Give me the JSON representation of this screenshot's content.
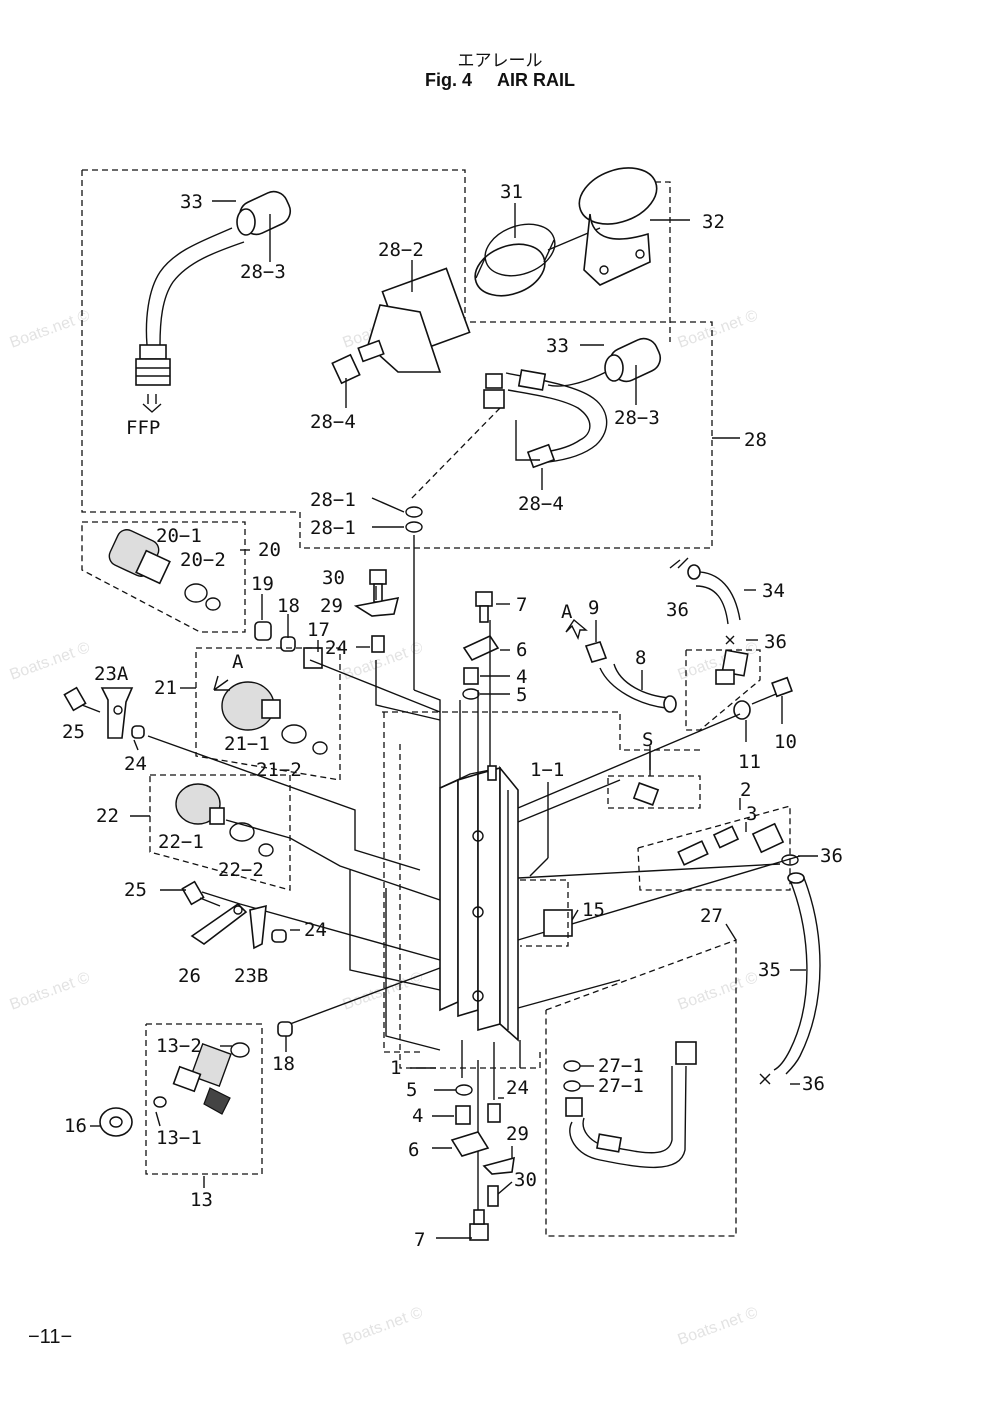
{
  "header": {
    "title_jp": "エアレール",
    "fig_no": "Fig. 4",
    "title_en": "AIR RAIL"
  },
  "page_number": "−11−",
  "watermark": "Boats.net ©",
  "callouts": {
    "c33a": "33",
    "c28_3a": "28−3",
    "c28_2": "28−2",
    "c31": "31",
    "c32": "32",
    "c33b": "33",
    "c28_3b": "28−3",
    "c28_4a": "28−4",
    "c28": "28",
    "ffp": "FFP",
    "c28_4b": "28−4",
    "c28_1a": "28−1",
    "c28_1b": "28−1",
    "c20_1": "20−1",
    "c20_2": "20−2",
    "c20": "20",
    "c19": "19",
    "c18a": "18",
    "c17": "17",
    "c30a": "30",
    "c29a": "29",
    "c24a": "24",
    "c7a": "7",
    "c6a": "6",
    "c4a": "4",
    "c5a": "5",
    "c9": "9",
    "c8": "8",
    "cAa": "A",
    "c36a": "36",
    "c34": "34",
    "c36b": "36",
    "c10": "10",
    "c11": "11",
    "c23A": "23A",
    "c25a": "25",
    "c24b": "24",
    "c21": "21",
    "cAb": "A",
    "c21_1": "21−1",
    "c21_2": "21−2",
    "c22": "22",
    "c22_1": "22−1",
    "c22_2": "22−2",
    "c1_1": "1−1",
    "cS": "S",
    "c2": "2",
    "c3": "3",
    "c36c": "36",
    "c25b": "25",
    "c24c": "24",
    "c15": "15",
    "c26": "26",
    "c23B": "23B",
    "c27": "27",
    "c35": "35",
    "c13_2": "13−2",
    "c18b": "18",
    "c1": "1",
    "c5b": "5",
    "c24d": "24",
    "c27_1a": "27−1",
    "c27_1b": "27−1",
    "c36d": "36",
    "c4b": "4",
    "c16": "16",
    "c13_1": "13−1",
    "c6b": "6",
    "c29b": "29",
    "c30b": "30",
    "c13": "13",
    "c7b": "7"
  }
}
